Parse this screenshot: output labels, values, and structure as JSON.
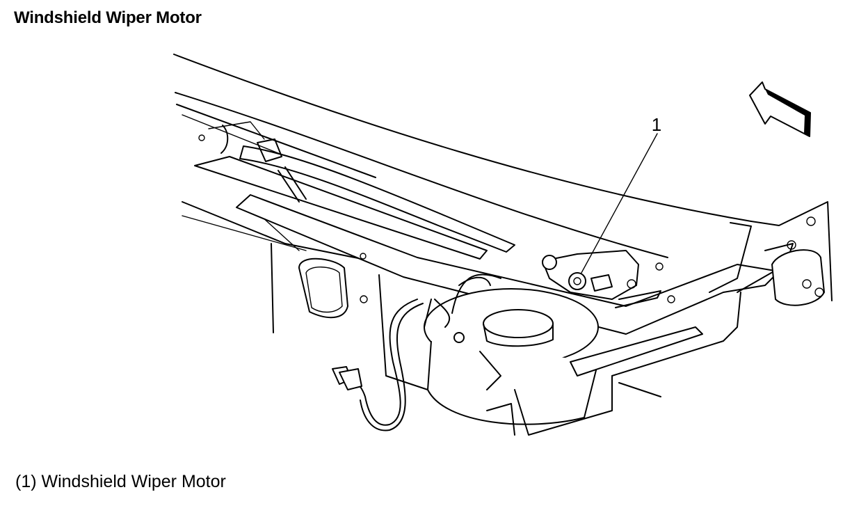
{
  "title": "Windshield Wiper Motor",
  "callout": {
    "number": "1"
  },
  "legend": {
    "text": "(1) Windshield Wiper Motor"
  },
  "icons": {
    "direction_arrow": "front-direction-arrow-icon"
  }
}
